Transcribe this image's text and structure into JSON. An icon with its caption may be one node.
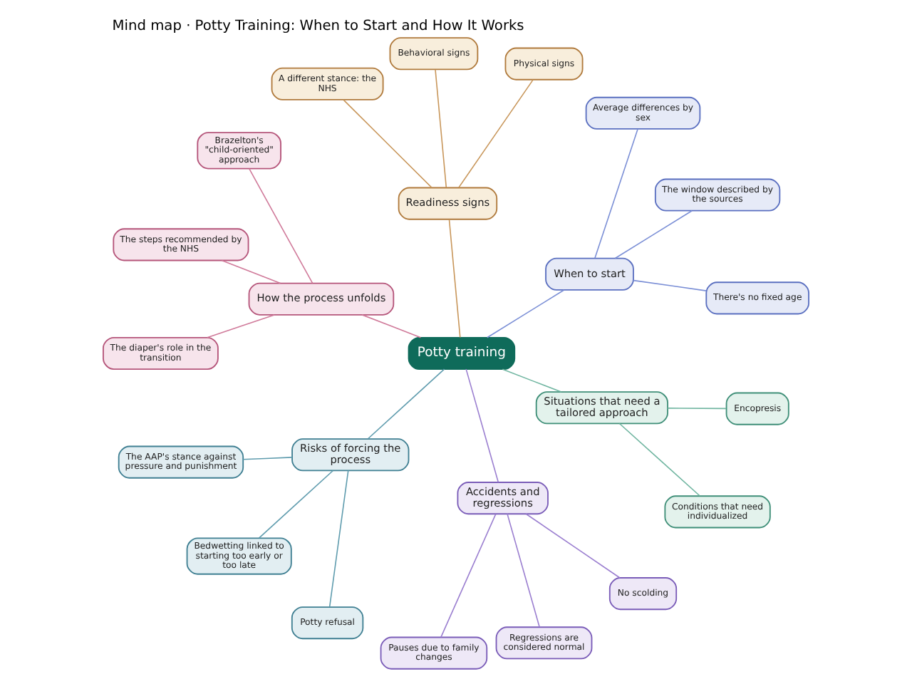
{
  "diagram": {
    "title": "Mind map · Potty Training: When to Start and How It Works",
    "nodes": [
      {
        "text": [
          "Potty training"
        ]
      },
      {
        "text": [
          "When to start"
        ]
      },
      {
        "text": [
          "There's no fixed age"
        ]
      },
      {
        "text": [
          "The window described by the sources"
        ]
      },
      {
        "text": [
          "Average differences by sex"
        ]
      },
      {
        "text": [
          "Readiness signs"
        ]
      },
      {
        "text": [
          "Physical signs"
        ]
      },
      {
        "text": [
          "Behavioral signs"
        ]
      },
      {
        "text": [
          "A different stance: the NHS"
        ]
      },
      {
        "text": [
          "How the process unfolds"
        ]
      },
      {
        "text": [
          "Brazelton's \"child-oriented\" approach"
        ]
      },
      {
        "text": [
          "The steps recommended by the NHS"
        ]
      },
      {
        "text": [
          "The diaper's role in the transition"
        ]
      },
      {
        "text": [
          "Risks of forcing the process"
        ]
      },
      {
        "text": [
          "The AAP's stance against pressure and punishment"
        ]
      },
      {
        "text": [
          "Bedwetting linked to starting too early or too late"
        ]
      },
      {
        "text": [
          "Potty refusal"
        ]
      },
      {
        "text": [
          "Accidents and regressions"
        ]
      },
      {
        "text": [
          "Pauses due to family changes"
        ]
      },
      {
        "text": [
          "Regressions are considered normal"
        ]
      },
      {
        "text": [
          "No scolding"
        ]
      },
      {
        "text": [
          "Situations that need a tailored approach"
        ]
      },
      {
        "text": [
          "Conditions that need individualized"
        ]
      },
      {
        "text": [
          "Encopresis"
        ]
      }
    ],
    "edges": [
      {
        "from": 0,
        "to": 1,
        "arrow": "none",
        "color": "#7b8fd6"
      },
      {
        "from": 1,
        "to": 2,
        "arrow": "none",
        "color": "#7b8fd6"
      },
      {
        "from": 1,
        "to": 3,
        "arrow": "none",
        "color": "#7b8fd6"
      },
      {
        "from": 1,
        "to": 4,
        "arrow": "none",
        "color": "#7b8fd6"
      },
      {
        "from": 0,
        "to": 5,
        "arrow": "none",
        "color": "#c8965a"
      },
      {
        "from": 5,
        "to": 6,
        "arrow": "none",
        "color": "#c8965a"
      },
      {
        "from": 5,
        "to": 7,
        "arrow": "none",
        "color": "#c8965a"
      },
      {
        "from": 5,
        "to": 8,
        "arrow": "none",
        "color": "#c8965a"
      },
      {
        "from": 0,
        "to": 9,
        "arrow": "none",
        "color": "#d07a9a"
      },
      {
        "from": 9,
        "to": 10,
        "arrow": "none",
        "color": "#d07a9a"
      },
      {
        "from": 9,
        "to": 11,
        "arrow": "none",
        "color": "#d07a9a"
      },
      {
        "from": 9,
        "to": 12,
        "arrow": "none",
        "color": "#d07a9a"
      },
      {
        "from": 0,
        "to": 13,
        "arrow": "none",
        "color": "#5f9cae"
      },
      {
        "from": 13,
        "to": 14,
        "arrow": "none",
        "color": "#5f9cae"
      },
      {
        "from": 13,
        "to": 15,
        "arrow": "none",
        "color": "#5f9cae"
      },
      {
        "from": 13,
        "to": 16,
        "arrow": "none",
        "color": "#5f9cae"
      },
      {
        "from": 0,
        "to": 17,
        "arrow": "none",
        "color": "#9b7fd0"
      },
      {
        "from": 17,
        "to": 18,
        "arrow": "none",
        "color": "#9b7fd0"
      },
      {
        "from": 17,
        "to": 19,
        "arrow": "none",
        "color": "#9b7fd0"
      },
      {
        "from": 17,
        "to": 20,
        "arrow": "none",
        "color": "#9b7fd0"
      },
      {
        "from": 0,
        "to": 21,
        "arrow": "none",
        "color": "#6fb5a0"
      },
      {
        "from": 21,
        "to": 22,
        "arrow": "none",
        "color": "#6fb5a0"
      },
      {
        "from": 21,
        "to": 23,
        "arrow": "none",
        "color": "#6fb5a0"
      }
    ]
  }
}
